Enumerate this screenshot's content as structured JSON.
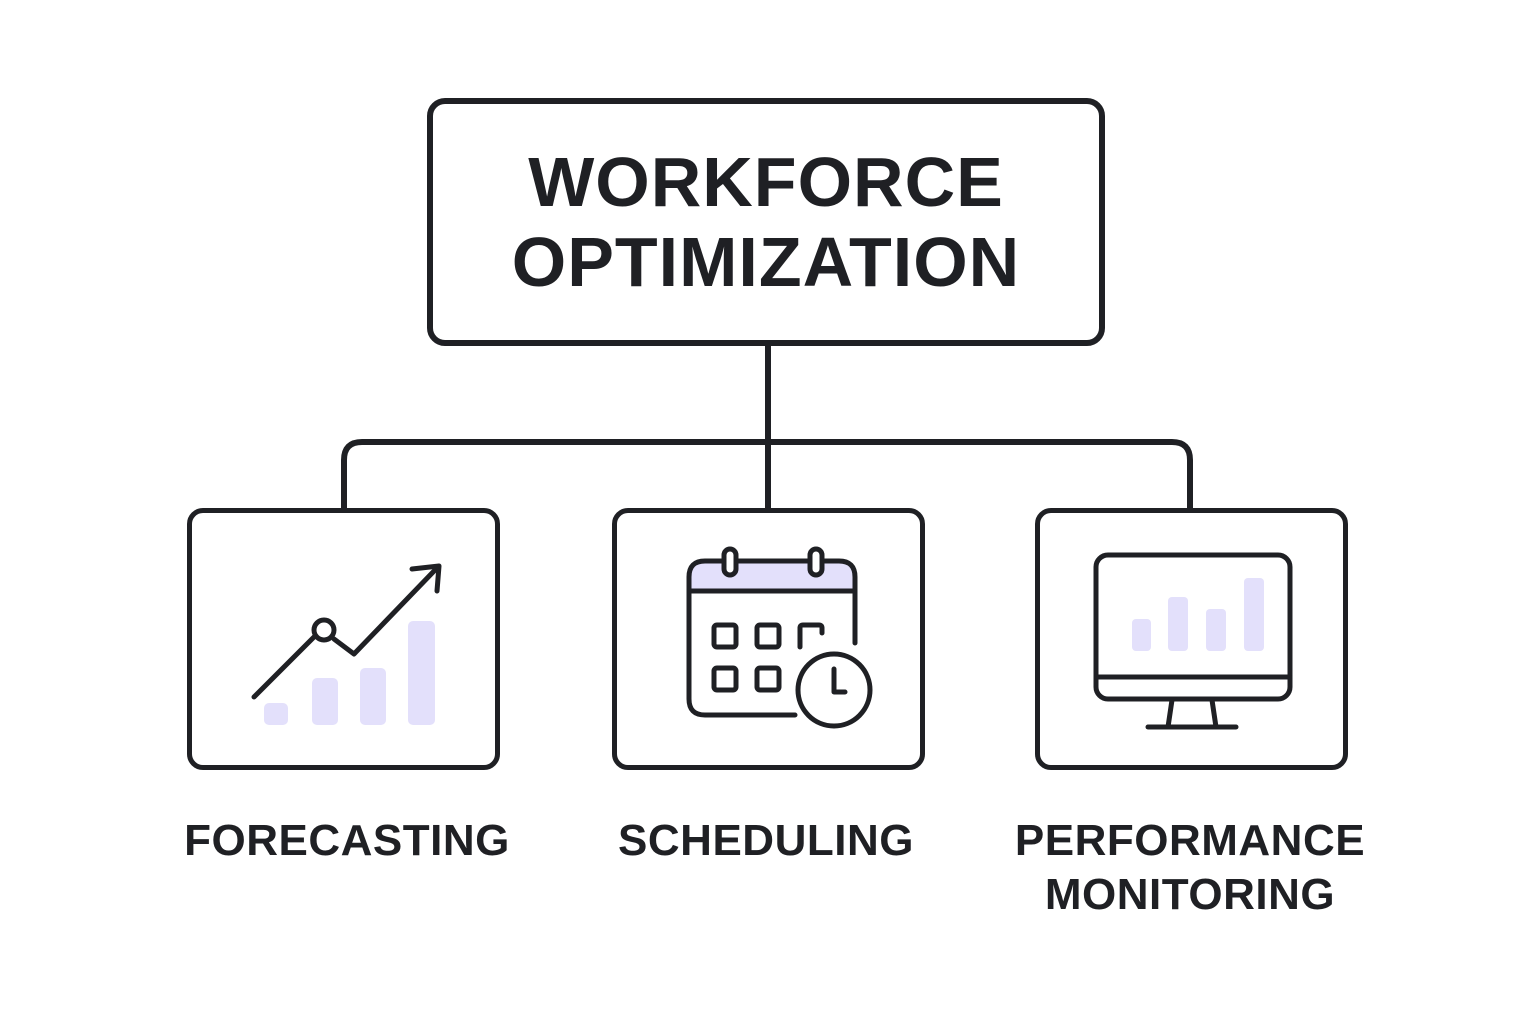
{
  "diagram": {
    "root": {
      "line1": "WORKFORCE",
      "line2": "OPTIMIZATION"
    },
    "children": [
      {
        "label": "FORECASTING",
        "icon": "trend-chart-icon"
      },
      {
        "label": "SCHEDULING",
        "icon": "calendar-clock-icon"
      },
      {
        "label_line1": "PERFORMANCE",
        "label_line2": "MONITORING",
        "icon": "monitor-chart-icon"
      }
    ]
  },
  "colors": {
    "stroke": "#1f2024",
    "accent_fill": "#e3e0fb",
    "background": "#ffffff"
  }
}
